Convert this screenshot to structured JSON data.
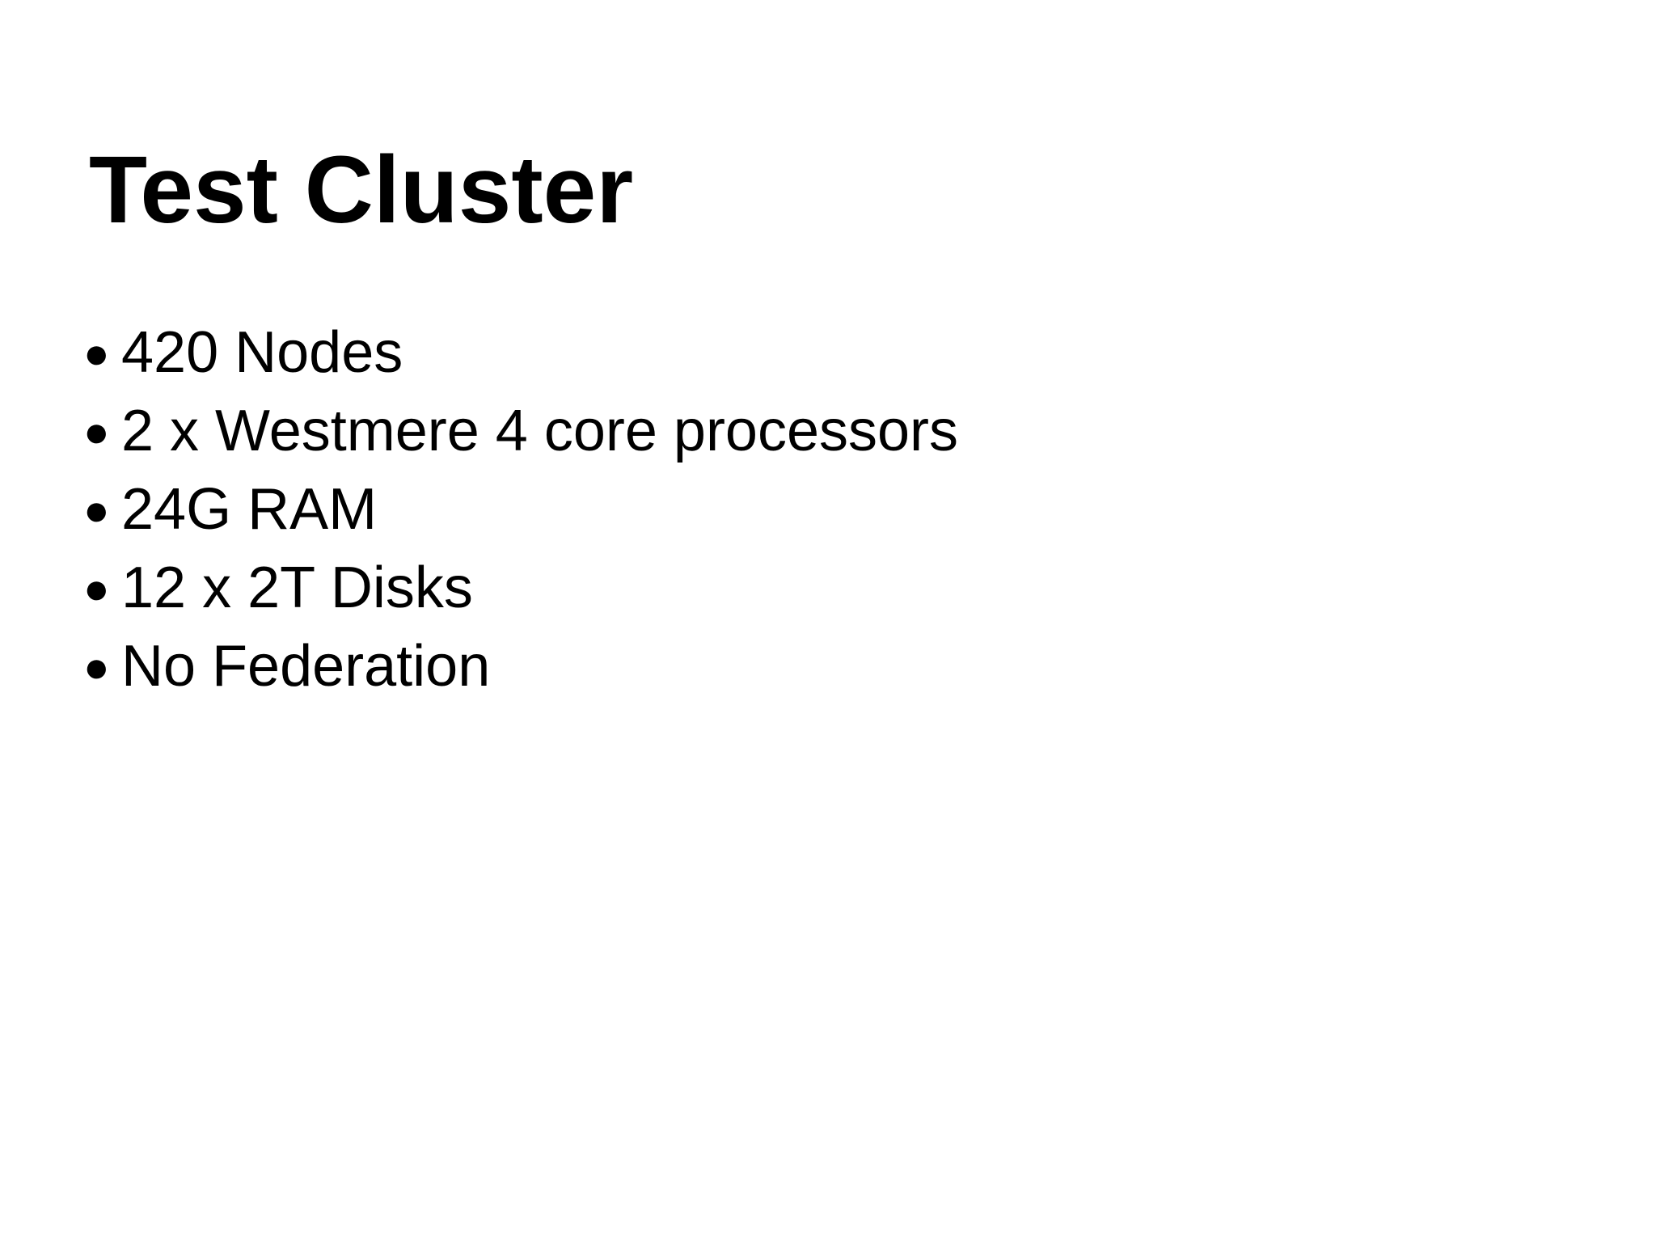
{
  "slide": {
    "title": "Test Cluster",
    "bullet_glyph": "●",
    "bullets": [
      {
        "text": "420 Nodes"
      },
      {
        "text": "2 x Westmere 4 core processors"
      },
      {
        "text": "24G RAM"
      },
      {
        "text": "12 x 2T Disks"
      },
      {
        "text": "No Federation"
      }
    ],
    "colors": {
      "background": "#ffffff",
      "text": "#000000"
    }
  }
}
